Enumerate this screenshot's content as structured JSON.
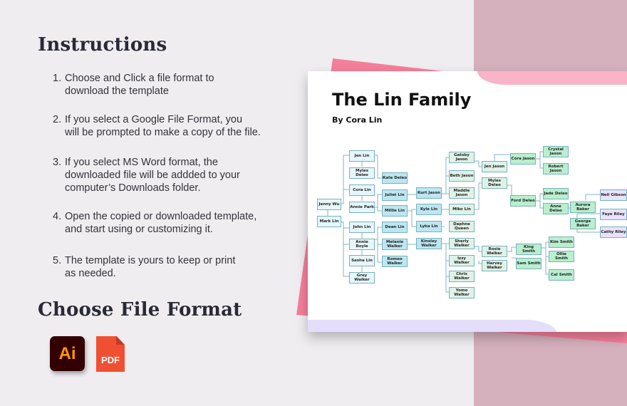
{
  "instructions": {
    "heading": "Instructions",
    "steps": [
      {
        "num": "1.",
        "text": "Choose and Click a file format to\ndownload the template"
      },
      {
        "num": "2.",
        "text": "If you select a Google File Format,  you\nwill be prompted to make a copy of the file."
      },
      {
        "num": "3.",
        "text": "If you select MS Word format, the\ndownloaded file will be addded to your\ncomputer’s Downloads folder."
      },
      {
        "num": "4.",
        "text": "Open the copied or downloaded template,\nand start using or customizing it."
      },
      {
        "num": "5.",
        "text": "The template is yours to keep or print\nas needed."
      }
    ]
  },
  "formats": {
    "heading": "Choose File Format",
    "options": [
      {
        "label": "Ai",
        "icon": "adobe-illustrator-icon",
        "color": "#330000",
        "text_color": "#ff9a00"
      },
      {
        "label": "PDF",
        "icon": "pdf-file-icon",
        "color": "#f05032",
        "text_color": "#ffffff"
      }
    ]
  },
  "preview": {
    "title": "The Lin Family",
    "subtitle": "By Cora Lin",
    "colors": {
      "pink_sheet": "#f47f9a",
      "top_blob": "#f9b4c7",
      "bottom_blob": "#e4defa",
      "right_bg": "#d5b0bd",
      "node_border": "#78b2ba"
    },
    "nodes": {
      "jenny_wu": "Jenny Wu",
      "mark_lin": "Mark Lin",
      "jen_lin": "Jen Lin",
      "myles_deleo": "Myles Deleo",
      "cora_lin": "Cora Lin",
      "annie_park": "Annie Park",
      "john_lin": "John Lin",
      "annie_boyle": "Annie Boyle",
      "sasha_lin": "Sasha Lin",
      "grey_walker": "Grey Walker",
      "kate_deleo": "Kate Deleo",
      "juliet_lin": "Juliet Lin",
      "millie_lin": "Millie Lin",
      "dean_lin": "Dean Lin",
      "melanie_walker": "Melanie Walker",
      "romeo_walker": "Romeo Walker",
      "kurt_jason": "Kurt Jason",
      "kyle_lin": "Kyle Lin",
      "lyka_lin": "Lyka Lin",
      "kinsley_walker": "Kinsley Walker",
      "gatsby_jason": "Gatsby Jason",
      "beth_jason": "Beth Jason",
      "maddie_jason": "Maddie Jason",
      "miko_lin": "Miko Lin",
      "daphne_queen": "Daphne Queen",
      "sherly_walker": "Sherly Walker",
      "izzy_walker": "Izzy Walker",
      "chris_walker": "Chris Walker",
      "yomo_walker": "Yomo Walker",
      "jen_jason": "Jen Jason",
      "myles_deleo_2": "Myles Deleo",
      "rosie_walker": "Rosie Walker",
      "harvey_walker": "Harvey Walker",
      "cora_jason": "Cora Jason",
      "ford_deleo": "Ford Deleo",
      "king_smith": "King Smith",
      "sam_smith": "Sam Smith",
      "crystal_jason": "Crystal Jason",
      "robert_jason": "Robert Jason",
      "jade_deleo": "Jade Deleo",
      "anne_deleo": "Anne Deleo",
      "kim_smith": "Kim Smith",
      "ollie_smith": "Ollie Smith",
      "cal_smith": "Cal Smith",
      "aurora_baker": "Aurora Baker",
      "george_baker": "George Baker",
      "nell_gibson": "Nell Gibson",
      "faye_riley": "Faye Riley",
      "cathy_riley": "Cathy Riley"
    }
  }
}
